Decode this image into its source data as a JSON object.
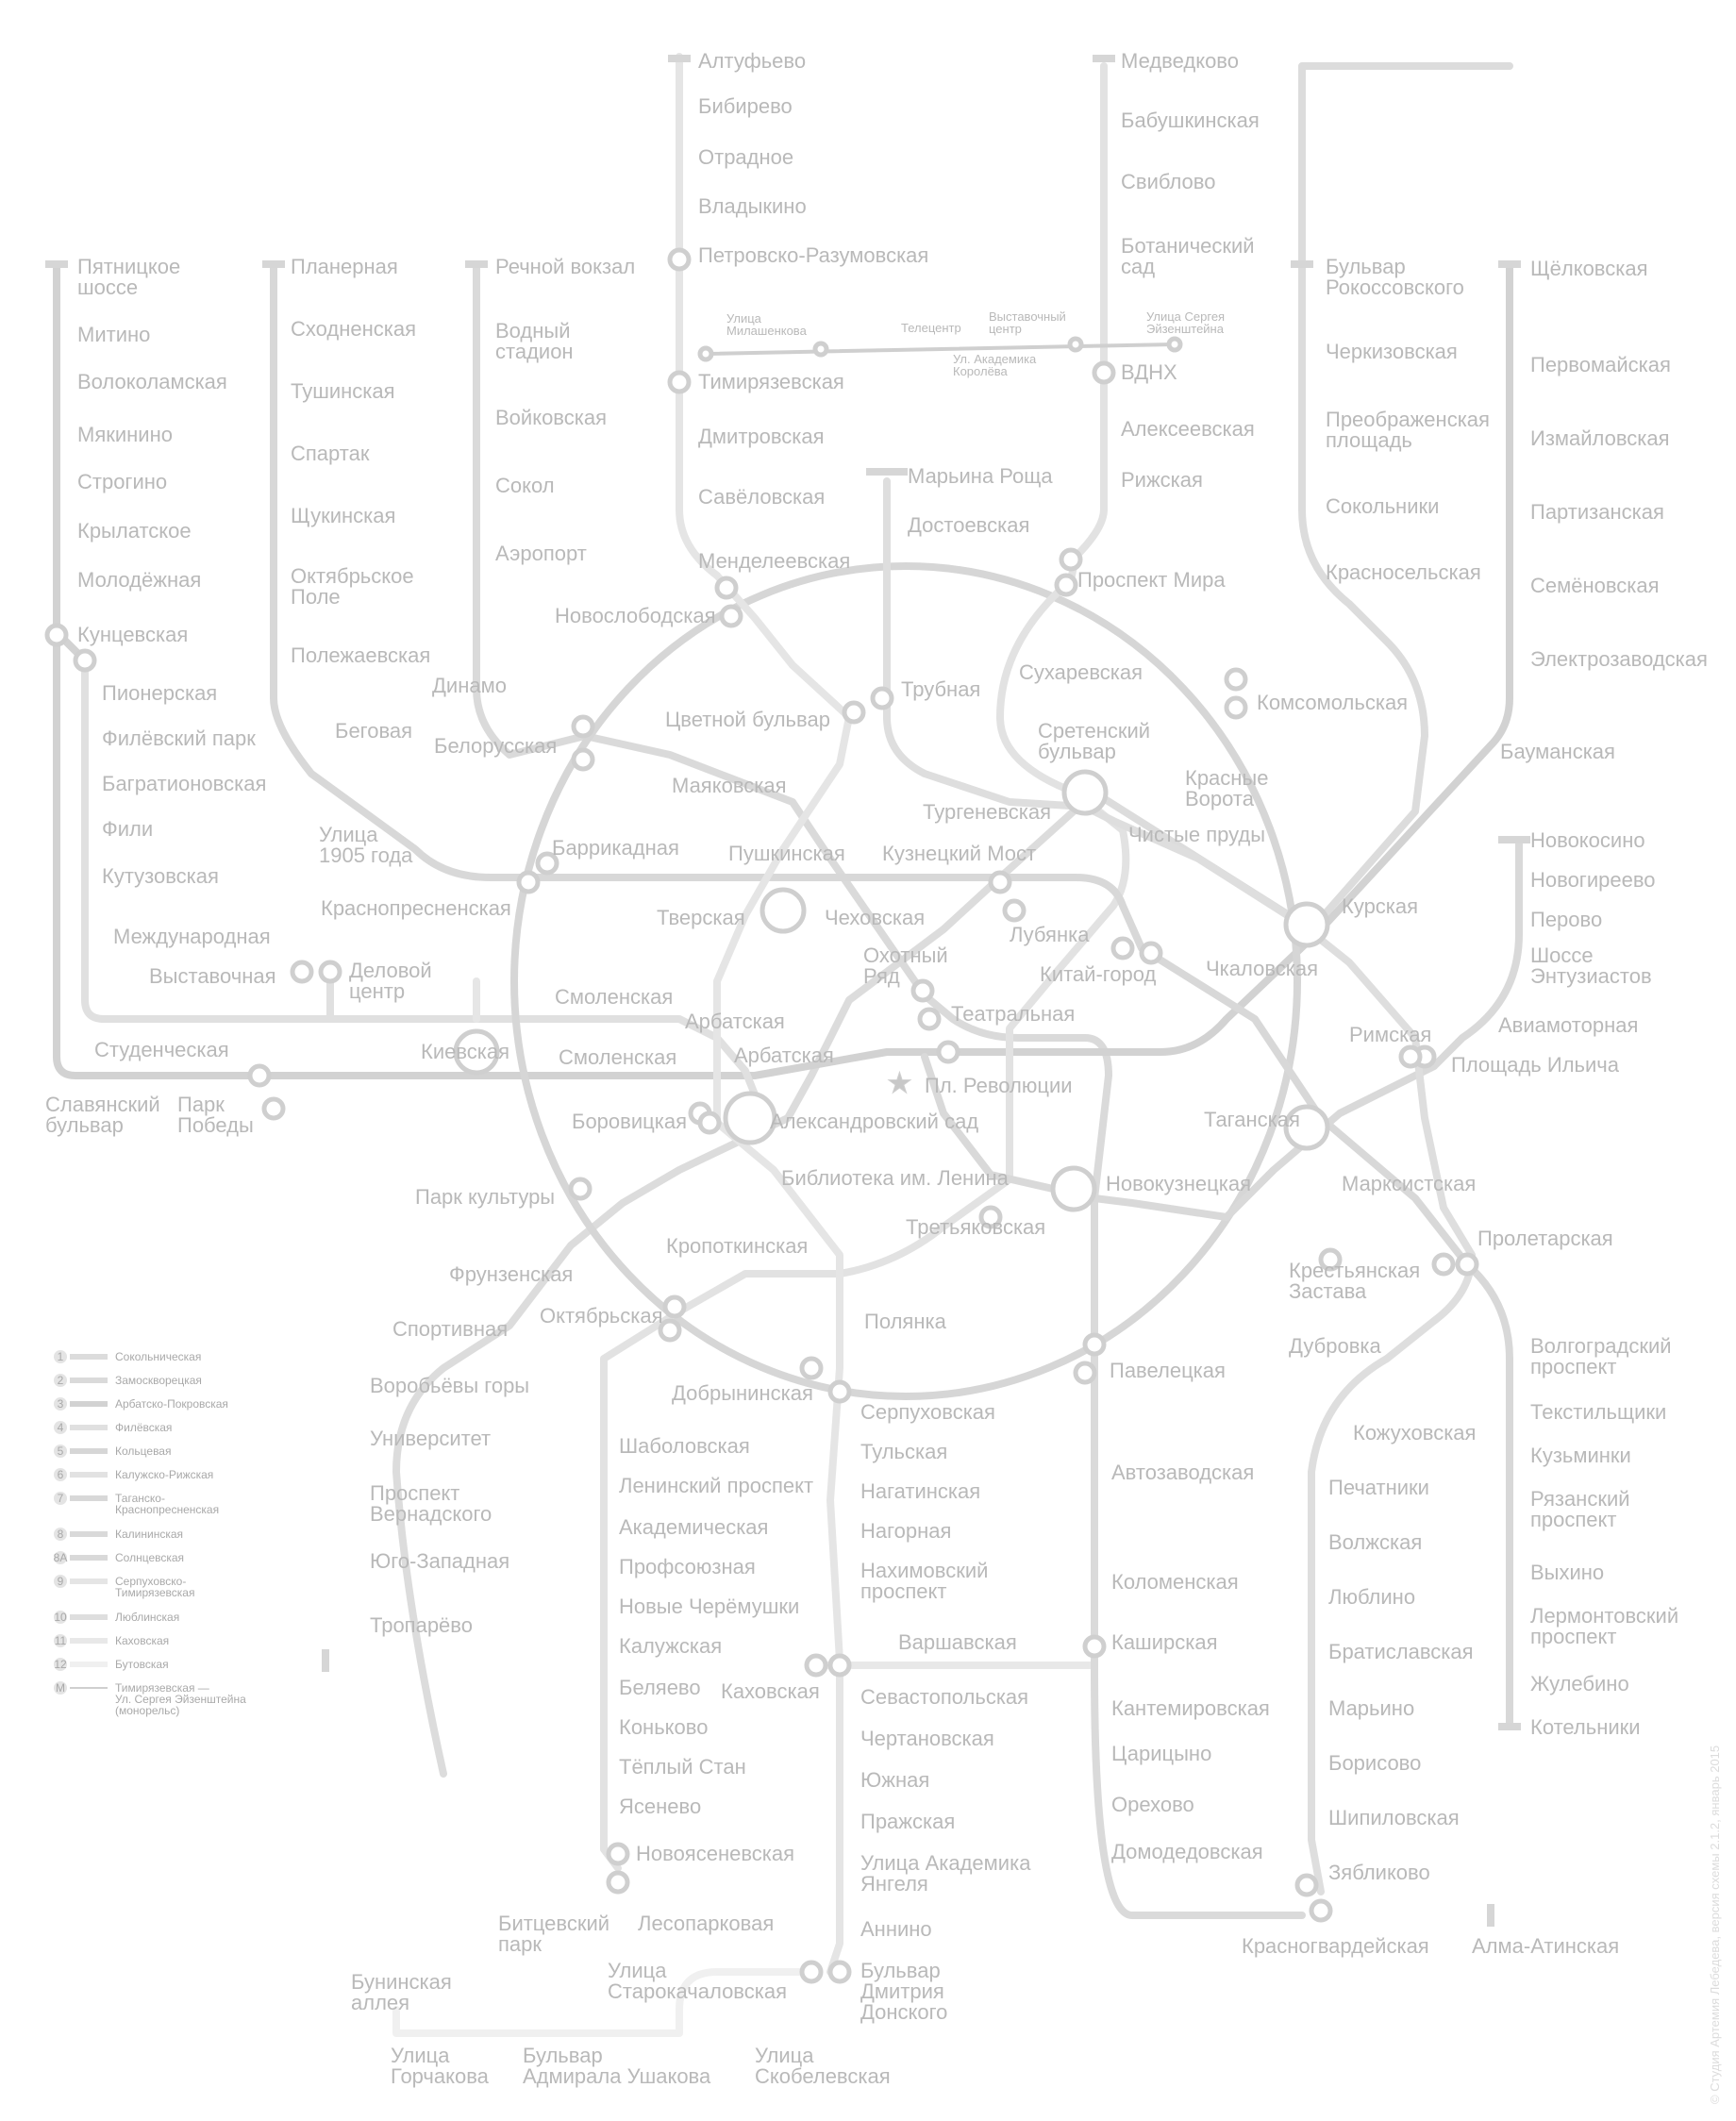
{
  "colors": {
    "l1": "#dcdcdc",
    "l2": "#dadada",
    "l3": "#d2d2d2",
    "l4": "#e0e0e0",
    "l5": "#d6d6d6",
    "l6": "#e2e2e2",
    "l7": "#d8d8d8",
    "l8": "#d9d9d9",
    "l9": "#e5e5e5",
    "l10": "#dedede",
    "l11": "#e8e8e8",
    "l12": "#f0f0f0",
    "mono": "#cfcfcf",
    "text": "#b9b9b9",
    "star": "#c8c8c8"
  },
  "legend": [
    {
      "num": "1",
      "name": "Сокольническая"
    },
    {
      "num": "2",
      "name": "Замоскворецкая"
    },
    {
      "num": "3",
      "name": "Арбатско-Покровская"
    },
    {
      "num": "4",
      "name": "Филёвская"
    },
    {
      "num": "5",
      "name": "Кольцевая"
    },
    {
      "num": "6",
      "name": "Калужско-Рижская"
    },
    {
      "num": "7",
      "name": "Таганско-\nКраснопресненская"
    },
    {
      "num": "8",
      "name": "Калининская"
    },
    {
      "num": "8А",
      "name": "Солнцевская"
    },
    {
      "num": "9",
      "name": "Серпуховско-\nТимирязевская"
    },
    {
      "num": "10",
      "name": "Люблинская"
    },
    {
      "num": "11",
      "name": "Каховская"
    },
    {
      "num": "12",
      "name": "Бутовская"
    },
    {
      "num": "М",
      "name": "Тимирязевская —\nУл. Сергея Эйзенштейна\n(монорельс)"
    }
  ],
  "credit": "© Студия Артемия Лебедева, версия схемы 2.1.2, январь 2015",
  "stations": {
    "s001": "Алтуфьево",
    "s002": "Бибирево",
    "s003": "Отрадное",
    "s004": "Владыкино",
    "s005": "Петровско-Разумовская",
    "s006": "Тимирязевская",
    "s007": "Дмитровская",
    "s008": "Савёловская",
    "s009": "Менделеевская",
    "s010": "Цветной бульвар",
    "s011": "Чеховская",
    "s012": "Боровицкая",
    "s013": "Полянка",
    "s014": "Серпуховская",
    "s015": "Тульская",
    "s016": "Нагатинская",
    "s017": "Нагорная",
    "s018": "Нахимовский\nпроспект",
    "s019": "Севастопольская",
    "s020": "Чертановская",
    "s021": "Южная",
    "s022": "Пражская",
    "s023": "Улица Академика\nЯнгеля",
    "s024": "Аннино",
    "s025": "Бульвар\nДмитрия\nДонского",
    "s026": "Медведково",
    "s027": "Бабушкинская",
    "s028": "Свиблово",
    "s029": "Ботанический\nсад",
    "s030": "ВДНХ",
    "s031": "Алексеевская",
    "s032": "Рижская",
    "s033": "Проспект Мира",
    "s034": "Сухаревская",
    "s035": "Тургеневская",
    "s036": "Китай-город",
    "s037": "Третьяковская",
    "s038": "Октябрьская",
    "s039": "Шаболовская",
    "s040": "Ленинский проспект",
    "s041": "Академическая",
    "s042": "Профсоюзная",
    "s043": "Новые Черёмушки",
    "s044": "Калужская",
    "s045": "Беляево",
    "s046": "Коньково",
    "s047": "Тёплый Стан",
    "s048": "Ясенево",
    "s049": "Новоясеневская",
    "s050": "Пятницкое\nшоссе",
    "s051": "Митино",
    "s052": "Волоколамская",
    "s053": "Мякинино",
    "s054": "Строгино",
    "s055": "Крылатское",
    "s056": "Молодёжная",
    "s057": "Кунцевская",
    "s058": "Славянский\nбульвар",
    "s059": "Парк\nПобеды",
    "s060": "Киевская",
    "s061": "Смоленская",
    "s062": "Арбатская",
    "s063": "Пл. Революции",
    "s064": "Курская",
    "s065": "Бауманская",
    "s066": "Электрозаводская",
    "s067": "Семёновская",
    "s068": "Партизанская",
    "s069": "Измайловская",
    "s070": "Первомайская",
    "s071": "Щёлковская",
    "s072": "Пионерская",
    "s073": "Филёвский парк",
    "s074": "Багратионовская",
    "s075": "Фили",
    "s076": "Кутузовская",
    "s077": "Студенческая",
    "s078": "Международная",
    "s079": "Выставочная",
    "s080": "Деловой\nцентр",
    "s081": "Смоленская",
    "s082": "Арбатская",
    "s083": "Александровский сад",
    "s084": "Речной вокзал",
    "s085": "Водный\nстадион",
    "s086": "Войковская",
    "s087": "Сокол",
    "s088": "Аэропорт",
    "s089": "Динамо",
    "s090": "Белорусская",
    "s091": "Маяковская",
    "s092": "Тверская",
    "s093": "Театральная",
    "s094": "Новокузнецкая",
    "s095": "Павелецкая",
    "s096": "Автозаводская",
    "s097": "Коломенская",
    "s098": "Каширская",
    "s099": "Кантемировская",
    "s100": "Царицыно",
    "s101": "Орехово",
    "s102": "Домодедовская",
    "s103": "Красногвардейская",
    "s104": "Алма-Атинская",
    "s105": "Планерная",
    "s106": "Сходненская",
    "s107": "Тушинская",
    "s108": "Спартак",
    "s109": "Щукинская",
    "s110": "Октябрьское\nПоле",
    "s111": "Полежаевская",
    "s112": "Беговая",
    "s113": "Улица\n1905 года",
    "s114": "Баррикадная",
    "s115": "Пушкинская",
    "s116": "Кузнецкий Мост",
    "s117": "Таганская",
    "s118": "Пролетарская",
    "s119": "Волгоградский\nпроспект",
    "s120": "Текстильщики",
    "s121": "Кузьминки",
    "s122": "Рязанский\nпроспект",
    "s123": "Выхино",
    "s124": "Лермонтовский\nпроспект",
    "s125": "Жулебино",
    "s126": "Котельники",
    "s127": "Новокосино",
    "s128": "Новогиреево",
    "s129": "Перово",
    "s130": "Шоссе\nЭнтузиастов",
    "s131": "Авиамоторная",
    "s132": "Площадь Ильича",
    "s133": "Марксистская",
    "s134": "Марьина Роща",
    "s135": "Достоевская",
    "s136": "Трубная",
    "s137": "Сретенский\nбульвар",
    "s138": "Чкаловская",
    "s139": "Римская",
    "s140": "Крестьянская\nЗастава",
    "s141": "Дубровка",
    "s142": "Кожуховская",
    "s143": "Печатники",
    "s144": "Волжская",
    "s145": "Люблино",
    "s146": "Братиславская",
    "s147": "Марьино",
    "s148": "Борисово",
    "s149": "Шипиловская",
    "s150": "Зябликово",
    "s151": "Новослободская",
    "s152": "Краснопресненская",
    "s153": "Парк культуры",
    "s154": "Добрынинская",
    "s155": "Комсомольская",
    "s156": "Варшавская",
    "s157": "Каховская",
    "s158": "Фрунзенская",
    "s159": "Спортивная",
    "s160": "Воробьёвы горы",
    "s161": "Университет",
    "s162": "Проспект\nВернадского",
    "s163": "Юго-Западная",
    "s164": "Тропарёво",
    "s165": "Библиотека им. Ленина",
    "s166": "Кропоткинская",
    "s167": "Охотный\nРяд",
    "s168": "Лубянка",
    "s169": "Чистые пруды",
    "s170": "Красные\nВорота",
    "s171": "Сокольники",
    "s172": "Преображенская\nплощадь",
    "s173": "Черкизовская",
    "s174": "Бульвар\nРокоссовского",
    "s175": "Битцевский\nпарк",
    "s176": "Лесопарковая",
    "s177": "Улица\nСтарокачаловская",
    "s178": "Бунинская\nаллея",
    "s179": "Улица\nГорчакова",
    "s180": "Бульвар\nАдмирала Ушакова",
    "s181": "Улица\nСкобелевская",
    "s182": "Улица\nМилашенкова",
    "s183": "Телецентр",
    "s184": "Выставочный\nцентр",
    "s185": "Улица Сергея\nЭйзенштейна",
    "s186": "Ул. Академика\nКоролёва"
  }
}
